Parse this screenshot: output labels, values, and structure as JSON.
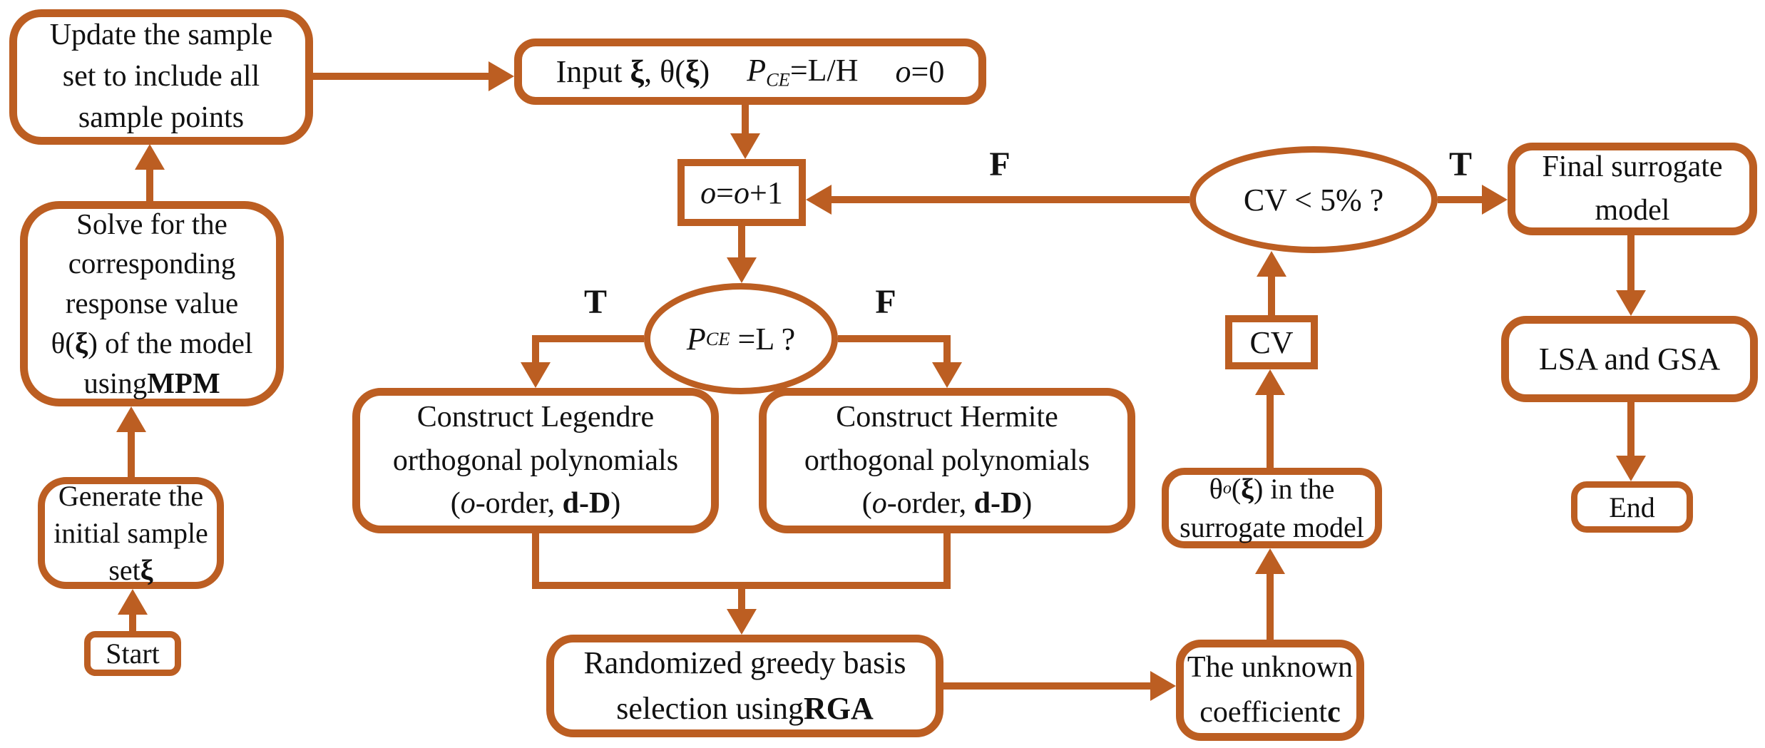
{
  "accent_color": "#bc5e22",
  "text_color": "#111111",
  "background_color": "#ffffff",
  "nodes": {
    "update": {
      "line1": "Update the sample",
      "line2": "set to include all",
      "line3": "sample points"
    },
    "solve": {
      "line1": "Solve for the",
      "line2": "corresponding",
      "line3": "response value",
      "line4_a": "θ(",
      "line4_xi": "ξ",
      "line4_b": ") of the model",
      "line5_a": "using ",
      "line5_b": "MPM"
    },
    "generate": {
      "line1": "Generate the",
      "line2": "initial sample",
      "line3_a": "set ",
      "line3_xi": "ξ"
    },
    "start": {
      "label": "Start"
    },
    "input": {
      "a": "Input ",
      "xi1": "ξ",
      "b": ", θ(",
      "xi2": "ξ",
      "c": ")",
      "p": "P",
      "p_sub": "CE",
      "d": "=L/H",
      "o": "o",
      "e": "=0"
    },
    "increment": {
      "o1": "o",
      "a": "=",
      "o2": "o",
      "b": "+1"
    },
    "pce_decision": {
      "p": "P",
      "p_sub": "CE",
      "a": " =L ?"
    },
    "legendre": {
      "line1": "Construct Legendre",
      "line2": "orthogonal polynomials",
      "l3a": "(",
      "l3o": "o",
      "l3b": "-order, ",
      "l3c": "d-D",
      "l3d": ")"
    },
    "hermite": {
      "line1": "Construct Hermite",
      "line2": "orthogonal polynomials",
      "l3a": "(",
      "l3o": "o",
      "l3b": "-order, ",
      "l3c": "d-D",
      "l3d": ")"
    },
    "rga": {
      "line1": "Randomized greedy basis",
      "line2_a": "selection using ",
      "line2_b": "RGA"
    },
    "coeff": {
      "line1": "The unknown",
      "line2_a": "coefficient ",
      "line2_b": "c"
    },
    "theta": {
      "a": "θ",
      "sup": "o",
      "b": "(",
      "xi": "ξ",
      "c": ") in the",
      "line2": "surrogate model"
    },
    "cv": {
      "label": "CV"
    },
    "cv_decision": {
      "label": "CV < 5% ?"
    },
    "final": {
      "line1": "Final surrogate",
      "line2": "model"
    },
    "lsa": {
      "label": "LSA and GSA"
    },
    "end": {
      "label": "End"
    }
  },
  "branch_labels": {
    "pce_true": "T",
    "pce_false": "F",
    "cv_false": "F",
    "cv_true": "T"
  }
}
